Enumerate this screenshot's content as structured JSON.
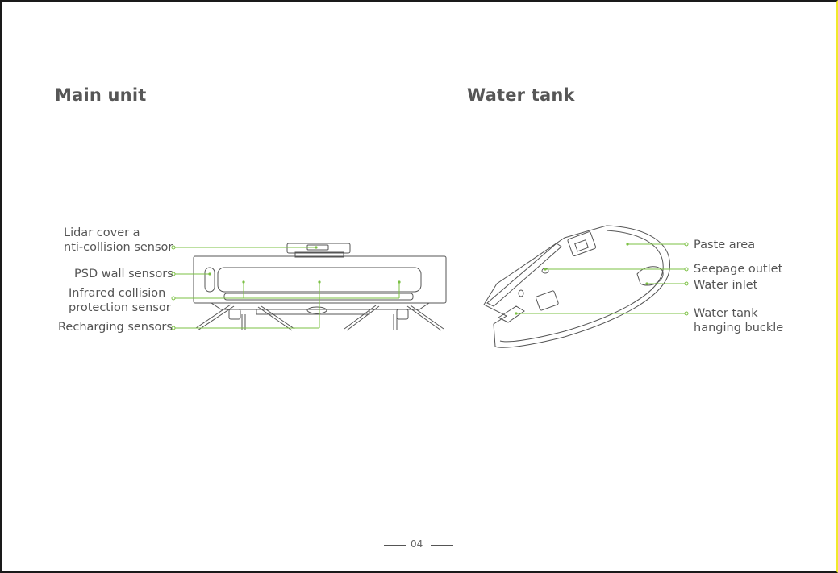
{
  "main_unit": {
    "title": "Main unit",
    "labels": {
      "lidar_line1": "Lidar cover a",
      "lidar_line2": "nti-collision sensor",
      "psd": "PSD wall sensors",
      "infrared_line1": "Infrared collision",
      "infrared_line2": "protection sensor",
      "recharging": "Recharging sensors"
    }
  },
  "water_tank": {
    "title": "Water tank",
    "labels": {
      "paste": "Paste area",
      "seepage": "Seepage outlet",
      "inlet": "Water inlet",
      "buckle_line1": "Water tank",
      "buckle_line2": "hanging buckle"
    }
  },
  "footer": {
    "page_number": "04"
  },
  "colors": {
    "callout": "#7bc043",
    "outline": "#555555",
    "frame_right": "#f2ea2a"
  }
}
